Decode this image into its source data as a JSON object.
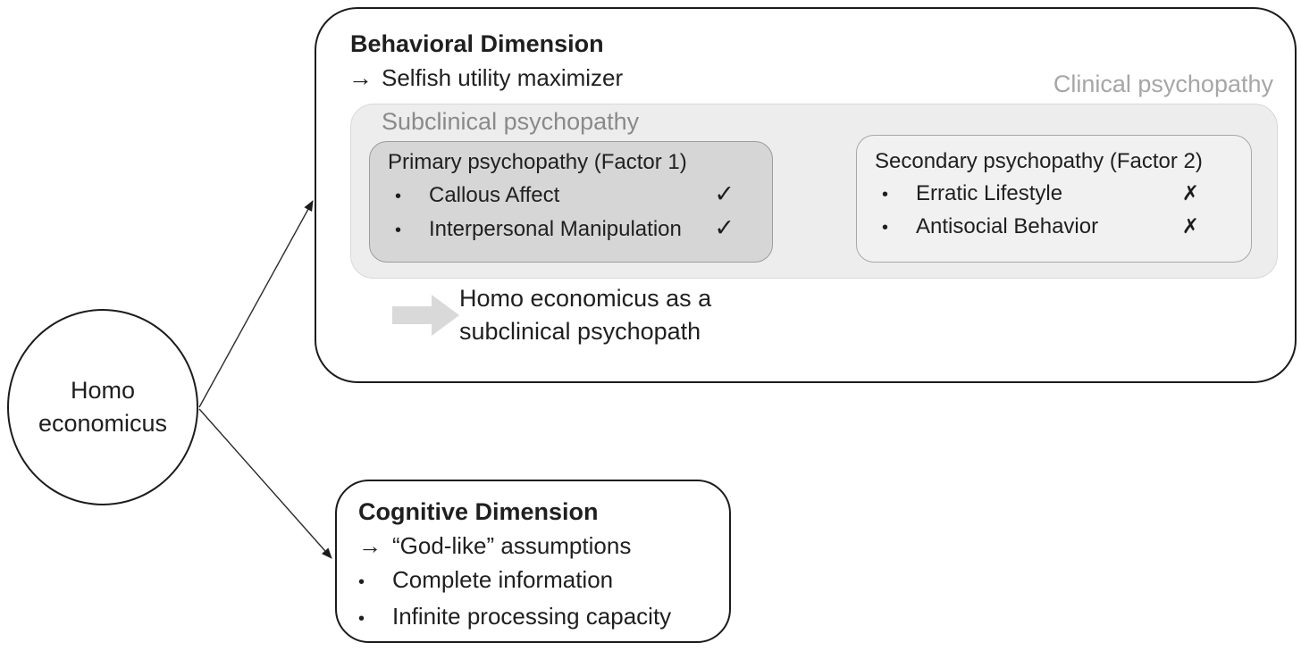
{
  "chars": {
    "bullet": "•",
    "arrow_right": "→"
  },
  "colors": {
    "box_border": "#1c1c1c",
    "subclinical_bg": "#ededed",
    "primary_bg": "#d6d6d6",
    "secondary_bg": "#f1f1f1",
    "clinical_label": "#a6a6a6",
    "subclinical_label": "#8a8a8a",
    "block_arrow": "#d9d9d9"
  },
  "source_node": {
    "line1": "Homo",
    "line2": "economicus"
  },
  "behavioral": {
    "title": "Behavioral Dimension",
    "subtitle": "Selfish utility maximizer",
    "clinical_label": "Clinical psychopathy",
    "subclinical_label": "Subclinical psychopathy",
    "primary": {
      "title": "Primary psychopathy (Factor 1)",
      "items": [
        {
          "label": "Callous Affect",
          "mark": "✓"
        },
        {
          "label": "Interpersonal Manipulation",
          "mark": "✓"
        }
      ]
    },
    "secondary": {
      "title": "Secondary psychopathy (Factor 2)",
      "items": [
        {
          "label": "Erratic Lifestyle",
          "mark": "✗"
        },
        {
          "label": "Antisocial Behavior",
          "mark": "✗"
        }
      ]
    },
    "conclusion": {
      "line1": "Homo economicus as a",
      "line2": "subclinical psychopath"
    }
  },
  "cognitive": {
    "title": "Cognitive Dimension",
    "subtitle": "“God-like” assumptions",
    "items": [
      {
        "label": "Complete information"
      },
      {
        "label": "Infinite processing capacity"
      }
    ]
  }
}
